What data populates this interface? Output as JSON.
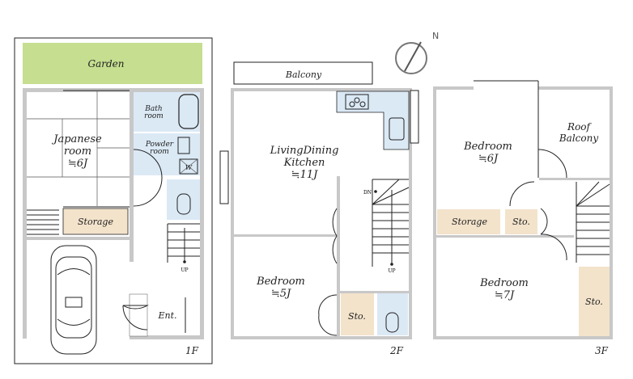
{
  "floors": {
    "f1": {
      "label": "1F",
      "garden": "Garden",
      "japanese_room": {
        "name1": "Japanese",
        "name2": "room",
        "size": "≒6J"
      },
      "bath": {
        "name1": "Bath",
        "name2": "room"
      },
      "powder": {
        "name1": "Powder",
        "name2": "room",
        "washer": "W"
      },
      "storage": "Storage",
      "stairs_up": "UP",
      "entrance": "Ent."
    },
    "f2": {
      "label": "2F",
      "balcony": "Balcony",
      "ldk": {
        "name1": "LivingDining",
        "name2": "Kitchen",
        "size": "≒11J"
      },
      "bedroom": {
        "name": "Bedroom",
        "size": "≒5J"
      },
      "storage": "Sto.",
      "stairs_dn": "DN",
      "stairs_up": "UP"
    },
    "f3": {
      "label": "3F",
      "bedroom_a": {
        "name": "Bedroom",
        "size": "≒6J"
      },
      "roof_balcony": {
        "name1": "Roof",
        "name2": "Balcony"
      },
      "storage": "Storage",
      "storage_small": "Sto.",
      "bedroom_b": {
        "name": "Bedroom",
        "size": "≒7J"
      },
      "storage_b": "Sto."
    }
  },
  "compass": {
    "north": "N"
  },
  "colors": {
    "garden": "#c5de8f",
    "wet": "#dbe9f5",
    "storage": "#f3e3cb",
    "wall": "#c8c8c8"
  }
}
